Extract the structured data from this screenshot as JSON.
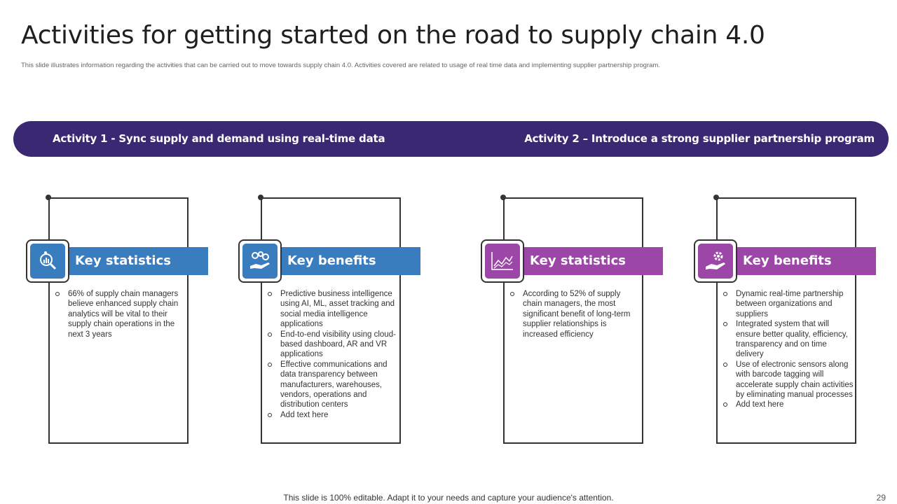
{
  "slide": {
    "title": "Activities for getting started on the road to supply chain 4.0",
    "subtitle": "This slide illustrates information regarding the activities that can be carried out to move towards supply chain 4.0. Activities covered are related to usage of real time data and implementing  supplier partnership program."
  },
  "banner": {
    "activity1": "Activity 1 - Sync supply and demand using real-time data",
    "activity2": "Activity 2 – Introduce a strong supplier partnership program"
  },
  "cards": [
    {
      "heading": "Key statistics",
      "icon": "analytics-magnifier-icon",
      "color": "#3a7dbf",
      "items": [
        "66% of supply chain managers believe enhanced supply chain analytics will be vital to their supply chain operations in the next 3 years"
      ]
    },
    {
      "heading": "Key benefits",
      "icon": "hand-gears-icon",
      "color": "#3a7dbf",
      "items": [
        "Predictive business intelligence using AI, ML, asset tracking and social media intelligence applications",
        "End-to-end visibility using cloud-based dashboard, AR and VR  applications",
        "Effective communications and data transparency between manufacturers, warehouses, vendors, operations and distribution centers",
        "Add text here"
      ]
    },
    {
      "heading": "Key statistics",
      "icon": "line-chart-icon",
      "color": "#9c47a7",
      "items": [
        "According to 52% of supply chain managers, the most significant benefit of long-term supplier relationships is increased efficiency"
      ]
    },
    {
      "heading": "Key benefits",
      "icon": "hand-gear-icon",
      "color": "#9c47a7",
      "items": [
        "Dynamic real-time partnership between organizations and suppliers",
        "Integrated system that will ensure better quality, efficiency, transparency and on time delivery",
        "Use of electronic sensors along with barcode tagging will accelerate supply chain activities by eliminating manual processes",
        "Add text here"
      ]
    }
  ],
  "footer": {
    "note": "This slide is 100% editable. Adapt it to your needs and capture your audience's attention.",
    "page": "29"
  }
}
